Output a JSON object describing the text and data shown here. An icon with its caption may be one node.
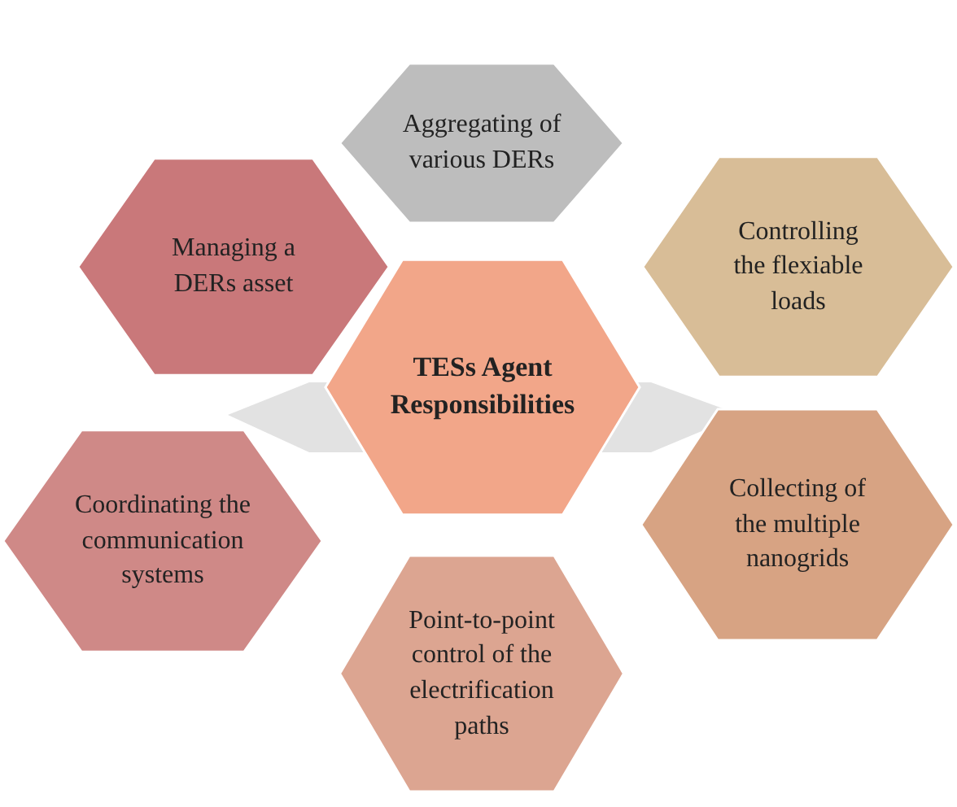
{
  "diagram": {
    "nodes": [
      {
        "text": [
          "Aggregating of various DERs"
        ]
      },
      {
        "text": [
          "Managing a DERs asset"
        ]
      },
      {
        "text": [
          "Controlling the flexiable loads"
        ]
      },
      {
        "text": [
          "TESs Agent Responsibilities"
        ]
      },
      {
        "text": [
          "Coordinating the communication systems"
        ]
      },
      {
        "text": [
          "Collecting of the multiple nanogrids"
        ]
      },
      {
        "text": [
          "Point-to-point control of the electrification paths"
        ]
      }
    ]
  }
}
